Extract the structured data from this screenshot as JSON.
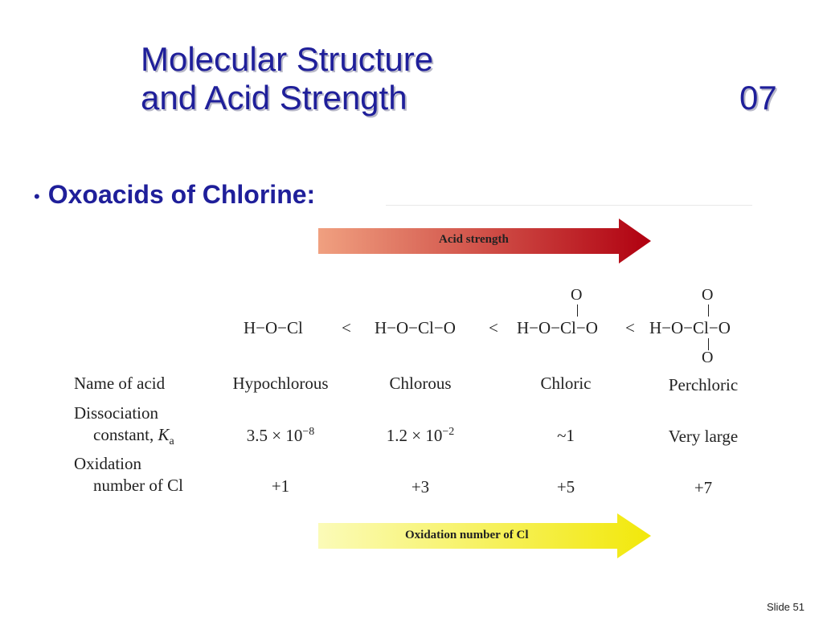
{
  "title": {
    "line1": "Molecular Structure",
    "line2": "and Acid Strength",
    "number": "07"
  },
  "bullet": {
    "dot": "•",
    "text": "Oxoacids of Chlorine:"
  },
  "arrows": {
    "top_label": "Acid strength",
    "bottom_label": "Oxidation number of Cl"
  },
  "structures": {
    "f1": "H−O−Cl",
    "f2": "H−O−Cl−O",
    "f3": "H−O−Cl−O",
    "f4": "H−O−Cl−O",
    "o": "O",
    "lt": "<"
  },
  "table": {
    "row_name_label": "Name of acid",
    "row_ka_label_1": "Dissociation",
    "row_ka_label_2_prefix": "constant, ",
    "row_ka_label_2_k": "K",
    "row_ka_label_2_sub": "a",
    "row_ox_label_1": "Oxidation",
    "row_ox_label_2": "number of Cl",
    "names": [
      "Hypochlorous",
      "Chlorous",
      "Chloric",
      "Perchloric"
    ],
    "ka": [
      {
        "base": "3.5 × 10",
        "exp": "−8"
      },
      {
        "base": "1.2 × 10",
        "exp": "−2"
      },
      {
        "base": "~1",
        "exp": ""
      },
      {
        "base": "Very large",
        "exp": ""
      }
    ],
    "ox": [
      "+1",
      "+3",
      "+5",
      "+7"
    ]
  },
  "footer": {
    "slide": "Slide 51"
  },
  "colors": {
    "title": "#1f1f9a",
    "acid_arrow_start": "#f0a080",
    "acid_arrow_end": "#b00010",
    "ox_arrow_start": "#fbfbb8",
    "ox_arrow_end": "#f2e80a"
  }
}
